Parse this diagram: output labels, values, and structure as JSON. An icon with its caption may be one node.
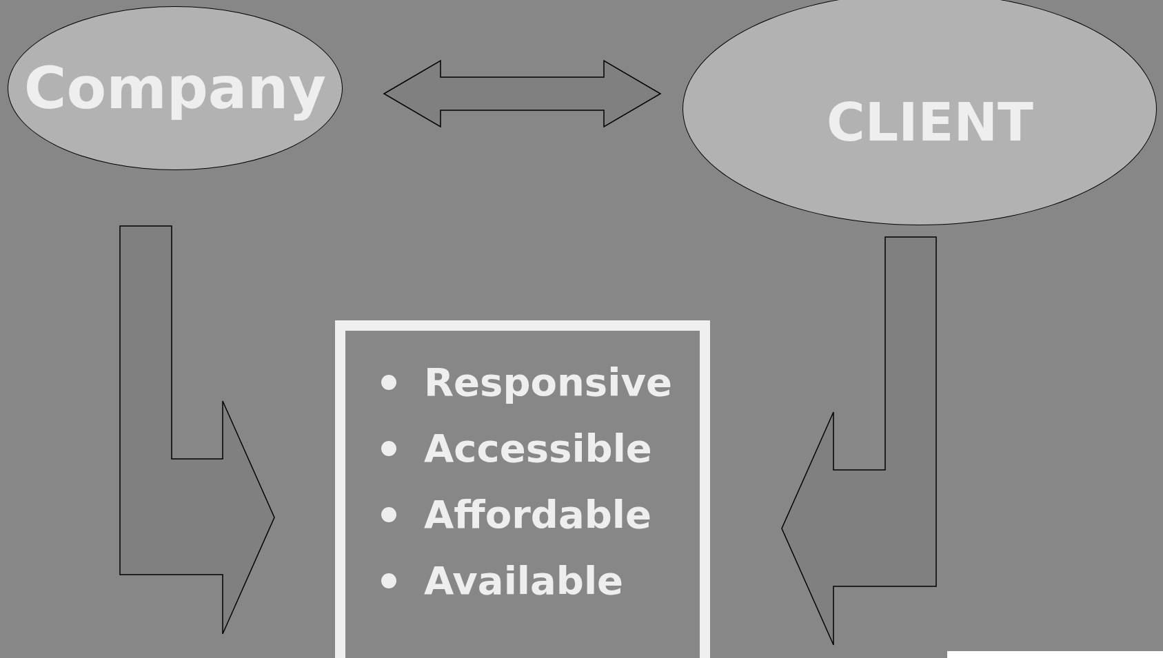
{
  "diagram": {
    "nodes": [
      {
        "text": [
          "Company"
        ]
      },
      {
        "text": [
          "CLIENT"
        ]
      },
      {
        "text": [
          "Responsive",
          "Accessible",
          "Affordable",
          "Available"
        ]
      }
    ],
    "edges": [
      {
        "from": 0,
        "to": 1,
        "arrow": "both"
      },
      {
        "from": 0,
        "to": 2,
        "arrow": "to"
      },
      {
        "from": 1,
        "to": 2,
        "arrow": "to"
      }
    ]
  }
}
